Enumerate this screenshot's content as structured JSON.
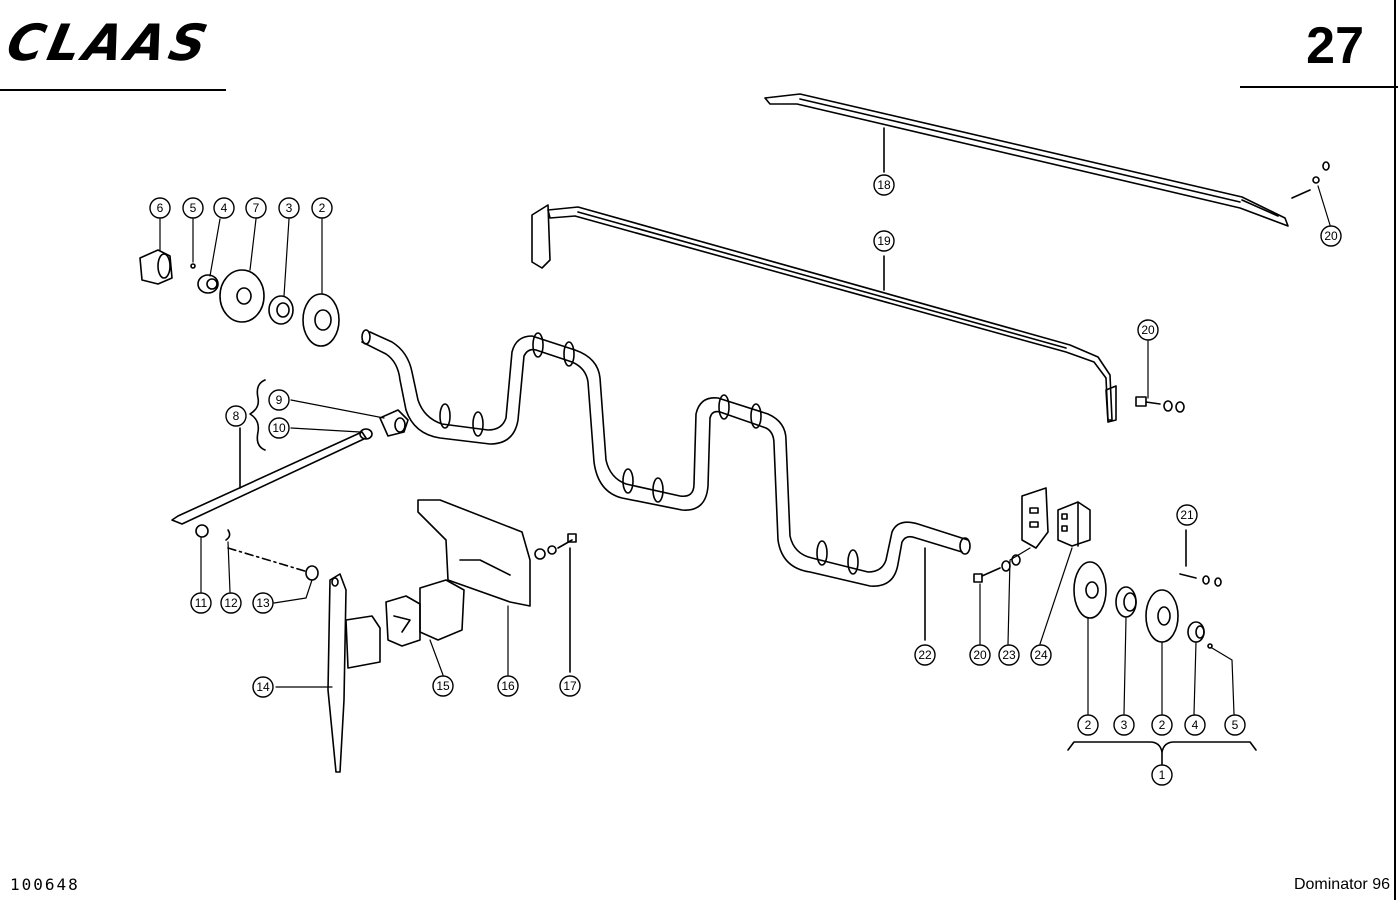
{
  "header": {
    "brand": "CLAAS",
    "page_number": "27"
  },
  "footer": {
    "document_id": "100648",
    "model": "Dominator 96"
  },
  "callouts": {
    "c6": "6",
    "c5": "5",
    "c4": "4",
    "c7": "7",
    "c3": "3",
    "c2": "2",
    "c8": "8",
    "c9": "9",
    "c10": "10",
    "c11": "11",
    "c12": "12",
    "c13": "13",
    "c14": "14",
    "c15": "15",
    "c16": "16",
    "c17": "17",
    "c18": "18",
    "c19": "19",
    "c20a": "20",
    "c20b": "20",
    "c20c": "20",
    "c21": "21",
    "c22": "22",
    "c23": "23",
    "c24": "24",
    "c2b": "2",
    "c3b": "3",
    "c2c": "2",
    "c4b": "4",
    "c5b": "5",
    "c1": "1"
  }
}
